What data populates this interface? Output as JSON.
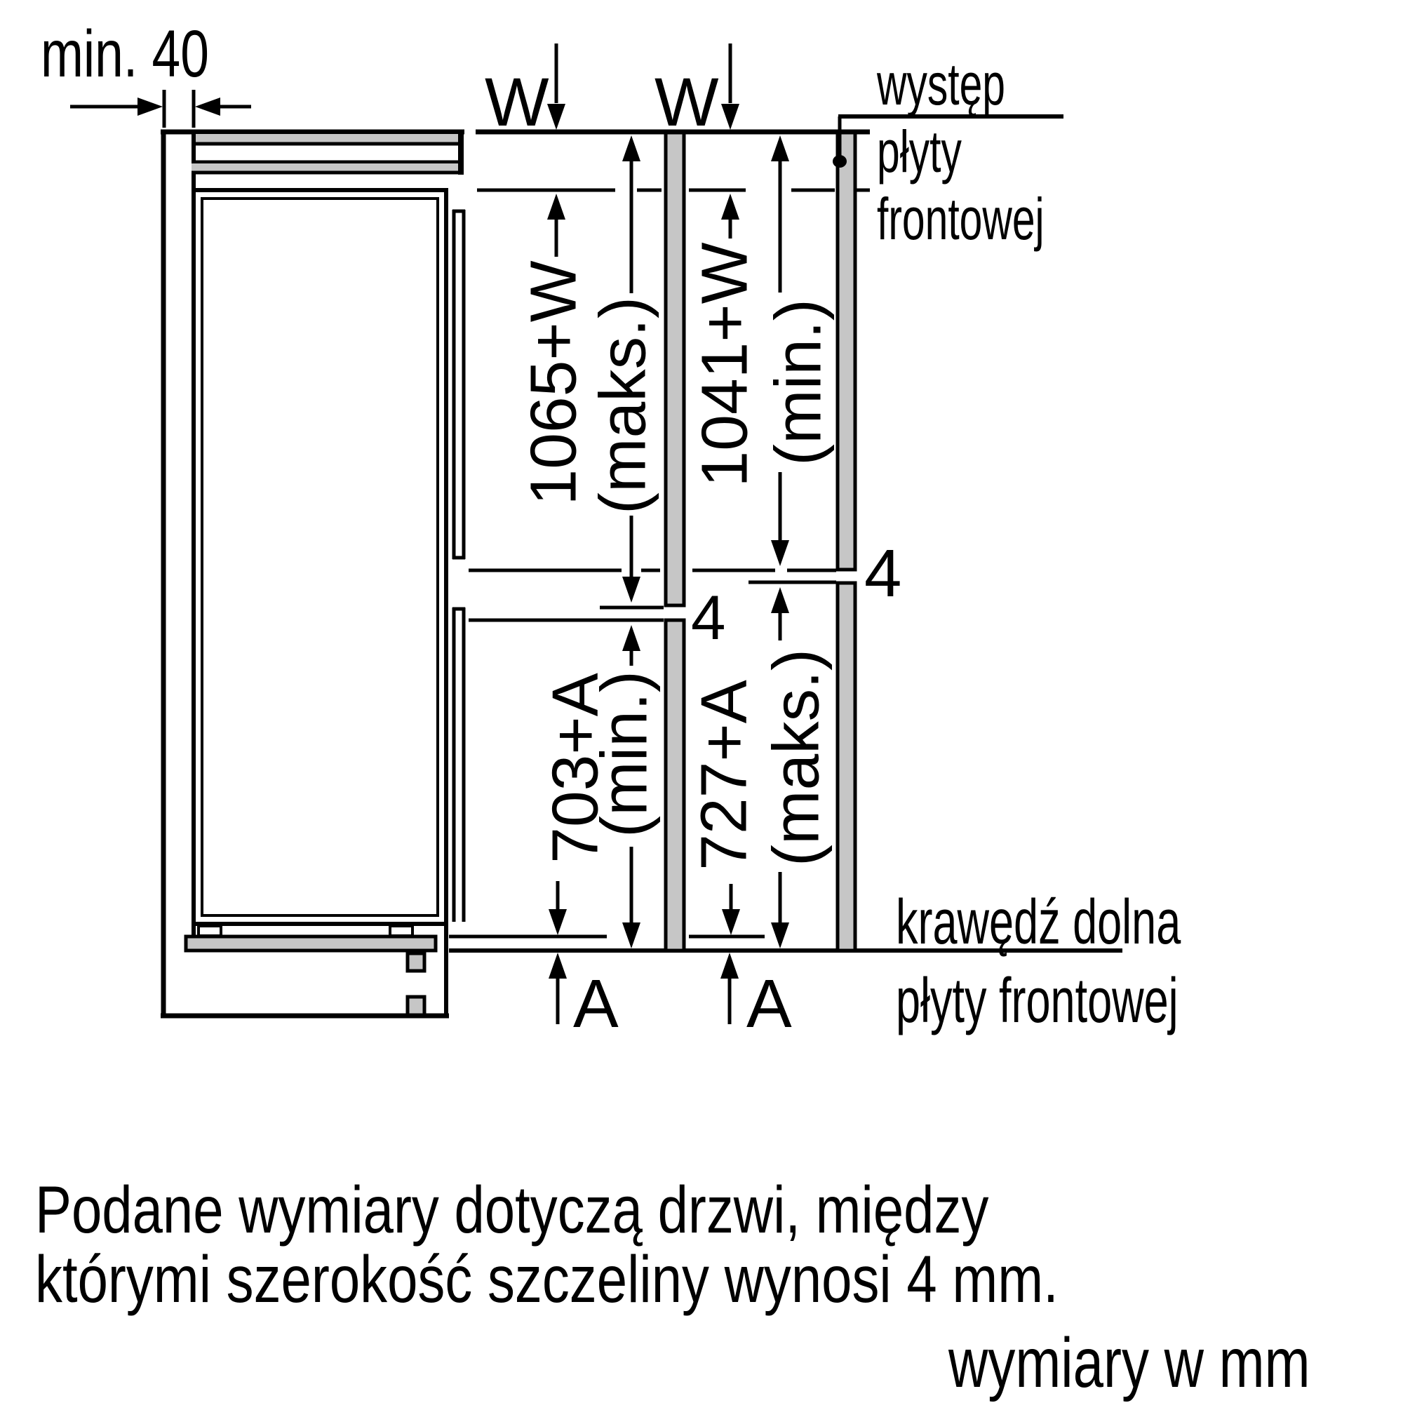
{
  "diagram": {
    "colors": {
      "line": "#000000",
      "panel_fill": "#c6c6c6",
      "background": "#ffffff"
    },
    "min_gap_label": "min. 40",
    "w_markers": [
      "W",
      "W"
    ],
    "overhang_label_lines": [
      "występ",
      "płyty",
      "frontowej"
    ],
    "dimensions": {
      "door1_upper_value": "1065+W",
      "door1_upper_qualifier": "(maks.)",
      "door2_upper_value": "1041+W",
      "door2_upper_qualifier": "(min.)",
      "door1_lower_value": "703+A",
      "door1_lower_qualifier": "(min.)",
      "door2_lower_value": "727+A",
      "door2_lower_qualifier": "(maks.)",
      "door1_gap": "4",
      "door2_gap": "4",
      "bottom_offset_markers": [
        "A",
        "A"
      ]
    },
    "bottom_edge_label_lines": [
      "krawędź dolna",
      "płyty frontowej"
    ],
    "note_lines": [
      "Podane wymiary dotyczą drzwi, między",
      "którymi szerokość szczeliny wynosi 4 mm."
    ],
    "units_label": "wymiary w mm"
  }
}
